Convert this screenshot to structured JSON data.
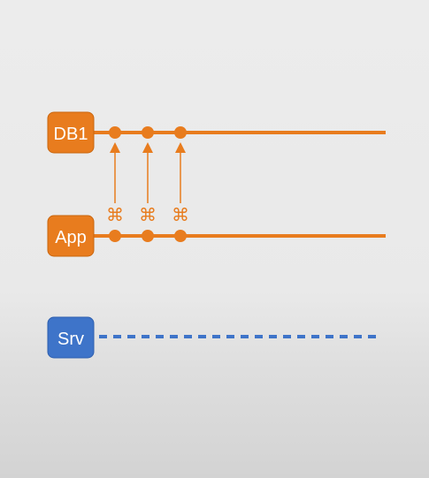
{
  "colors": {
    "orange": "#E87C1E",
    "orange_dark": "#C9660F",
    "blue": "#3E74C9",
    "blue_dark": "#2E5FAE",
    "blue_dash": "#3E74C9"
  },
  "nodes": {
    "db1": {
      "label": "DB1"
    },
    "app": {
      "label": "App"
    },
    "srv": {
      "label": "Srv"
    }
  },
  "arrow_marker": {
    "symbol": "⌘",
    "icon": "command-key-icon"
  }
}
